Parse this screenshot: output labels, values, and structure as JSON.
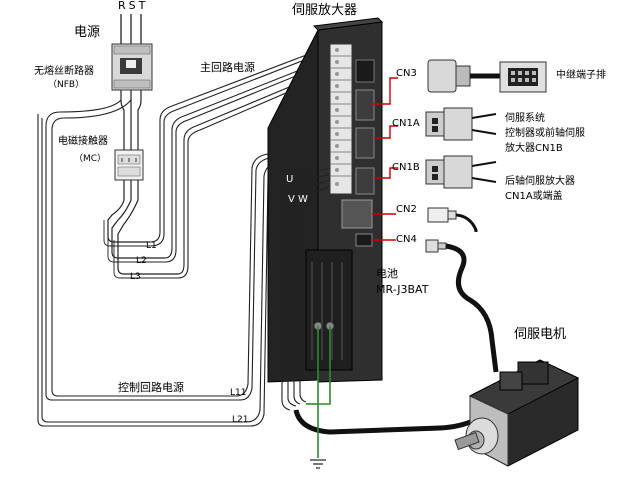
{
  "labels": {
    "rst": "RST",
    "power": "电源",
    "nfb": "无熔丝断路器",
    "nfb_code": "（NFB）",
    "mc": "电磁接触器",
    "mc_code": "（MC）",
    "main_power": "主回路电源",
    "amp_title": "伺服放大器",
    "cn3": "CN3",
    "cn1a": "CN1A",
    "cn1b": "CN1B",
    "cn2": "CN2",
    "cn4": "CN4",
    "relay": "中继端子排",
    "controller": [
      "伺服系统",
      "控制器或前轴伺服",
      "放大器CN1B"
    ],
    "rear_amp": [
      "后轴伺服放大器",
      "CN1A或端盖"
    ],
    "battery": "电池",
    "battery_model": "MR-J3BAT",
    "motor": "伺服电机",
    "control_power": "控制回路电源",
    "l1": "L1",
    "l2": "L2",
    "l3": "L3",
    "l11": "L11",
    "l21": "L21",
    "u": "U",
    "v": "V",
    "w": "W"
  },
  "colors": {
    "accent_red": "#cc0000",
    "ground_green": "#2e8b2e",
    "amp_body": "#2b2b2b",
    "cable": "#111111"
  },
  "icons": [
    "breaker-icon",
    "contactor-icon",
    "servo-amplifier-icon",
    "connector-icon",
    "servo-motor-icon",
    "ground-icon"
  ]
}
